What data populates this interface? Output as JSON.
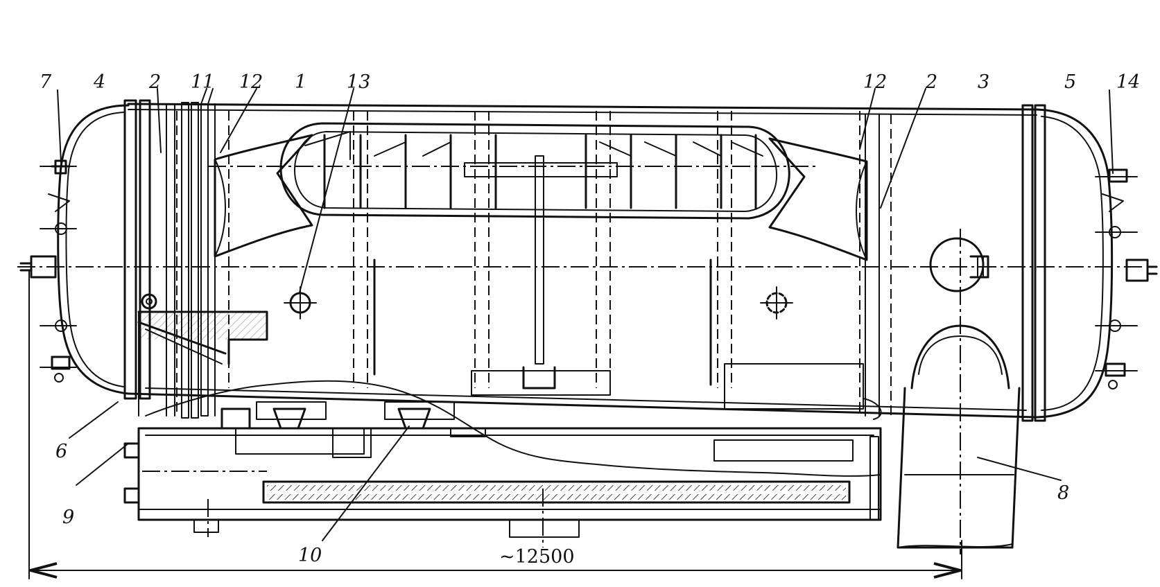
{
  "callouts": {
    "c1": "1",
    "c2_left": "2",
    "c2_right": "2",
    "c3": "3",
    "c4": "4",
    "c5": "5",
    "c6": "6",
    "c7": "7",
    "c8": "8",
    "c9": "9",
    "c10": "10",
    "c11": "11",
    "c12_left": "12",
    "c12_right": "12",
    "c13": "13",
    "c14": "14"
  },
  "dimension": {
    "overall_length": "~12500"
  }
}
